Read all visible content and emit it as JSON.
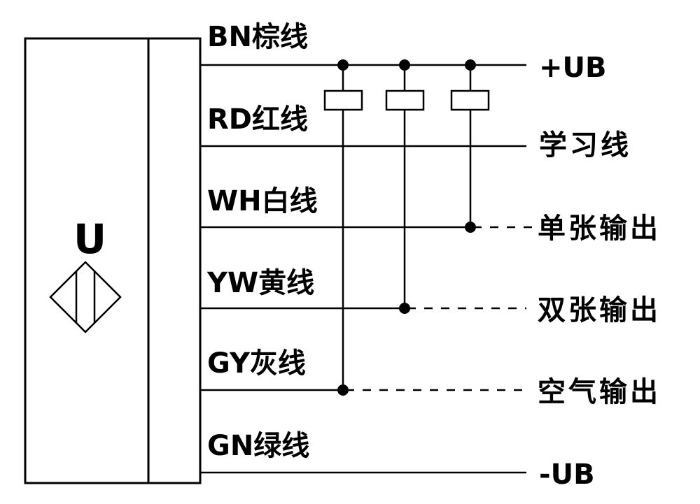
{
  "sensor": {
    "symbol_label": "U"
  },
  "wires": [
    {
      "label": "BN棕线"
    },
    {
      "label": "RD红线"
    },
    {
      "label": "WH白线"
    },
    {
      "label": "YW黄线"
    },
    {
      "label": "GY灰线"
    },
    {
      "label": "GN绿线"
    }
  ],
  "outputs": [
    {
      "label": "+UB"
    },
    {
      "label": "学习线"
    },
    {
      "label": "单张输出"
    },
    {
      "label": "双张输出"
    },
    {
      "label": "空气输出"
    },
    {
      "label": "-UB"
    }
  ],
  "colors": {
    "line": "#000000",
    "background": "#ffffff"
  }
}
